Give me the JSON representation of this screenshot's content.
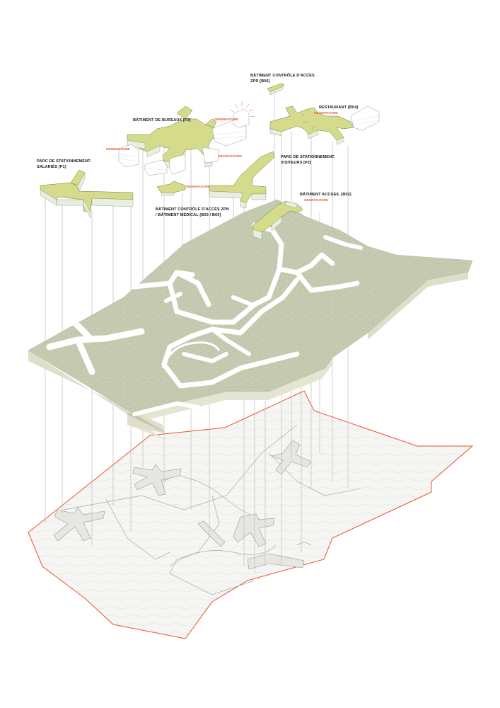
{
  "colors": {
    "building_top": "#d4dc8c",
    "building_side": "#eaeee0",
    "ground_fill": "#c7ccb4",
    "ground_edge": "#dcdccb",
    "roads": "#ffffff",
    "site_outline": "#e8542c",
    "observatoire": "#e8542c",
    "pillar_lines": "#a8a8a8"
  },
  "labels": {
    "b06": {
      "line1": "BÂTIMENT CONTRÔLE D'ACCÈS",
      "line2": "ZPR [B06]"
    },
    "b04": {
      "line1": "RESTAURANT [B04]"
    },
    "f2": {
      "line1": "BÂTIMENT DE BUREAUX [F2]"
    },
    "p2": {
      "line1": "PARC DE STATIONNEMENT.",
      "line2": "VISITEURS [P2]"
    },
    "p1": {
      "line1": "PARC DE STATIONNEMENT.",
      "line2": "SALARIÉS [P1]"
    },
    "b02": {
      "line1": "BÂTIMENT ACCUEIL [B02]"
    },
    "b03": {
      "line1": "BÂTIMENT CONTRÔLE D'ACCÈS ZPN",
      "line2": "/ BÂTIMENT MÉDICAL [B03 / B05]"
    }
  },
  "observatoire": "OBSERVATOIRE"
}
